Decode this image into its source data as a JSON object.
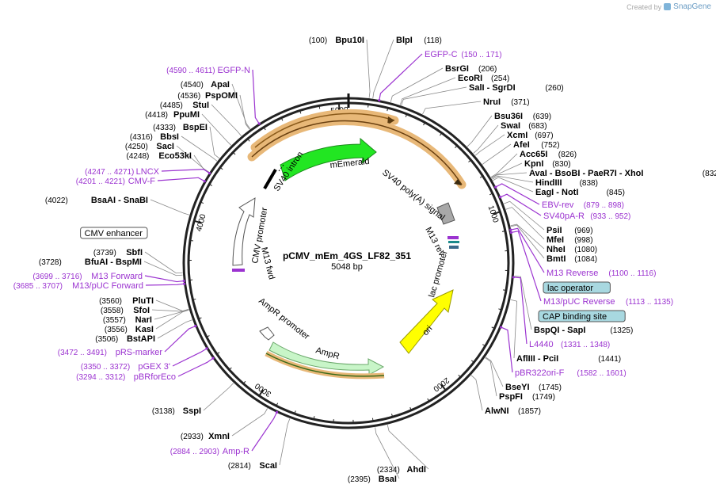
{
  "brand": {
    "prefix": "Created by",
    "name": "SnapGene"
  },
  "plasmid": {
    "name": "pCMV_mEm_4GS_LF82_351",
    "length": "5048 bp"
  },
  "colors": {
    "feature_label": "#9b33d0",
    "mEmerald": "#22e622",
    "ori": "#ffff00",
    "AmpR": "#c8f5c8",
    "box_fill": "#a8d8e0"
  },
  "ticks": [
    "1000",
    "2000",
    "3000",
    "4000",
    "5000"
  ],
  "right_sites": [
    {
      "name": "BlpI",
      "pos": "(118)"
    },
    {
      "name": "EGFP-C",
      "pos": "(150 .. 171)",
      "feature": true
    },
    {
      "name": "BsrGI",
      "pos": "(206)"
    },
    {
      "name": "EcoRI",
      "pos": "(254)"
    },
    {
      "name": "SalI  - SgrDI",
      "pos": "(260)"
    },
    {
      "name": "NruI",
      "pos": "(371)"
    },
    {
      "name": "Bsu36I",
      "pos": "(639)"
    },
    {
      "name": "SwaI",
      "pos": "(683)"
    },
    {
      "name": "XcmI",
      "pos": "(697)"
    },
    {
      "name": "AfeI",
      "pos": "(752)"
    },
    {
      "name": "Acc65I",
      "pos": "(826)"
    },
    {
      "name": "KpnI",
      "pos": "(830)"
    },
    {
      "name": "AvaI  - BsoBI  - PaeR7I  - XhoI",
      "pos": "(832)"
    },
    {
      "name": "HindIII",
      "pos": "(838)"
    },
    {
      "name": "EagI  - NotI",
      "pos": "(845)"
    },
    {
      "name": "EBV-rev",
      "pos": "(879 .. 898)",
      "feature": true
    },
    {
      "name": "SV40pA-R",
      "pos": "(933 .. 952)",
      "feature": true
    },
    {
      "name": "PsiI",
      "pos": "(969)"
    },
    {
      "name": "MfeI",
      "pos": "(998)"
    },
    {
      "name": "NheI",
      "pos": "(1080)"
    },
    {
      "name": "BmtI",
      "pos": "(1084)"
    },
    {
      "name": "M13 Reverse",
      "pos": "(1100 .. 1116)",
      "feature": true
    },
    {
      "name": "lac operator",
      "pos": "",
      "box": true
    },
    {
      "name": "M13/pUC Reverse",
      "pos": "(1113 .. 1135)",
      "feature": true
    },
    {
      "name": "CAP binding site",
      "pos": "",
      "box": true
    },
    {
      "name": "BspQI  - SapI",
      "pos": "(1325)"
    },
    {
      "name": "L4440",
      "pos": "(1331 .. 1348)",
      "feature": true
    },
    {
      "name": "AflIII  - PciI",
      "pos": "(1441)"
    },
    {
      "name": "pBR322ori-F",
      "pos": "(1582 .. 1601)",
      "feature": true
    },
    {
      "name": "BseYI",
      "pos": "(1745)"
    },
    {
      "name": "PspFI",
      "pos": "(1749)"
    },
    {
      "name": "AlwNI",
      "pos": "(1857)"
    }
  ],
  "bottom_sites": [
    {
      "name": "AhdI",
      "pos": "(2334)"
    },
    {
      "name": "BsaI",
      "pos": "(2395)"
    }
  ],
  "left_sites": [
    {
      "name": "Bpu10I",
      "pos": "(100)"
    },
    {
      "name": "EGFP-N",
      "pos": "(4590 .. 4611)",
      "feature": true
    },
    {
      "name": "ApaI",
      "pos": "(4540)"
    },
    {
      "name": "PspOMI",
      "pos": "(4536)"
    },
    {
      "name": "StuI",
      "pos": "(4485)"
    },
    {
      "name": "PpuMI",
      "pos": "(4418)"
    },
    {
      "name": "BspEI",
      "pos": "(4333)"
    },
    {
      "name": "BbsI",
      "pos": "(4316)"
    },
    {
      "name": "SacI",
      "pos": "(4250)"
    },
    {
      "name": "Eco53kI",
      "pos": "(4248)"
    },
    {
      "name": "LNCX",
      "pos": "(4247 .. 4271)",
      "feature": true
    },
    {
      "name": "CMV-F",
      "pos": "(4201 .. 4221)",
      "feature": true
    },
    {
      "name": "BsaAI  - SnaBI",
      "pos": "(4022)"
    },
    {
      "name": "CMV enhancer",
      "pos": "",
      "box": true
    },
    {
      "name": "SbfI",
      "pos": "(3739)"
    },
    {
      "name": "BfuAI  - BspMI",
      "pos": "(3728)"
    },
    {
      "name": "M13 Forward",
      "pos": "(3699 .. 3716)",
      "feature": true
    },
    {
      "name": "M13/pUC Forward",
      "pos": "(3685 .. 3707)",
      "feature": true
    },
    {
      "name": "PluTI",
      "pos": "(3560)"
    },
    {
      "name": "SfoI",
      "pos": "(3558)"
    },
    {
      "name": "NarI",
      "pos": "(3557)"
    },
    {
      "name": "KasI",
      "pos": "(3556)"
    },
    {
      "name": "BstAPI",
      "pos": "(3506)"
    },
    {
      "name": "pRS-marker",
      "pos": "(3472 .. 3491)",
      "feature": true
    },
    {
      "name": "pGEX 3'",
      "pos": "(3350 .. 3372)",
      "feature": true
    },
    {
      "name": "pBRforEco",
      "pos": "(3294 .. 3312)",
      "feature": true
    },
    {
      "name": "SspI",
      "pos": "(3138)"
    },
    {
      "name": "XmnI",
      "pos": "(2933)"
    },
    {
      "name": "Amp-R",
      "pos": "(2884 .. 2903)",
      "feature": true
    },
    {
      "name": "ScaI",
      "pos": "(2814)"
    }
  ],
  "inner_labels": {
    "sv40_intron": "SV40 intron",
    "memerald": "mEmerald",
    "sv40_polya": "SV40 poly(A) signal",
    "m13_rev": "M13 rev",
    "lac_promoter": "lac promoter",
    "ori": "ori",
    "ampr": "AmpR",
    "ampr_promoter": "AmpR promoter",
    "m13_fwd": "M13 fwd",
    "cmv_promoter": "CMV promoter"
  }
}
